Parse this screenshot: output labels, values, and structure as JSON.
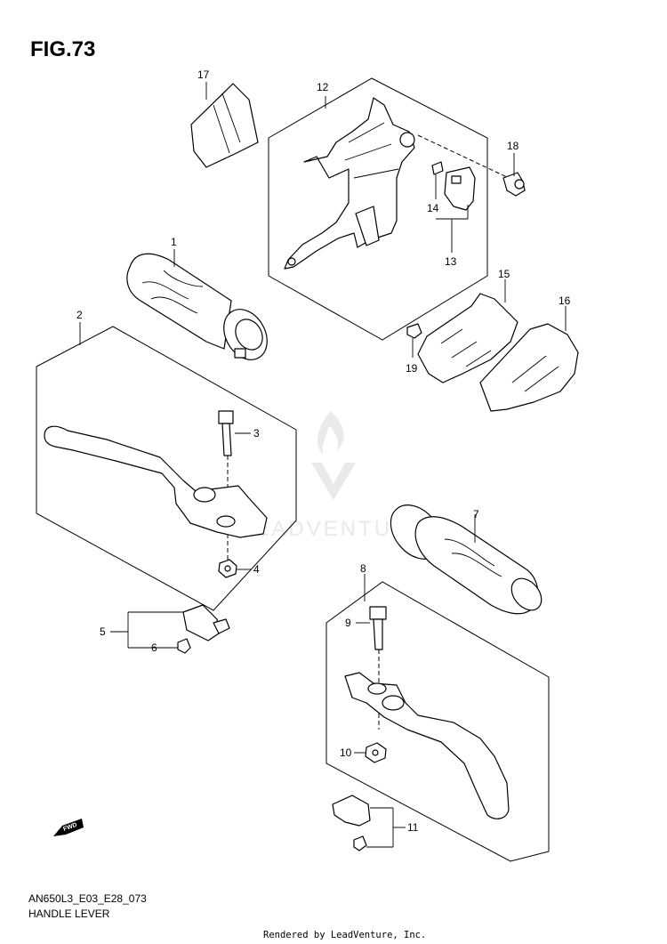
{
  "title": "FIG.73",
  "callouts": [
    "1",
    "2",
    "3",
    "4",
    "5",
    "6",
    "7",
    "8",
    "9",
    "10",
    "11",
    "12",
    "13",
    "14",
    "15",
    "16",
    "17",
    "18",
    "19"
  ],
  "footer": {
    "code": "AN650L3_E03_E28_073",
    "name": "HANDLE LEVER",
    "rendered_by": "Rendered by LeadVenture, Inc."
  },
  "fwd_label": "FWD",
  "watermark": "LEADVENTURE"
}
